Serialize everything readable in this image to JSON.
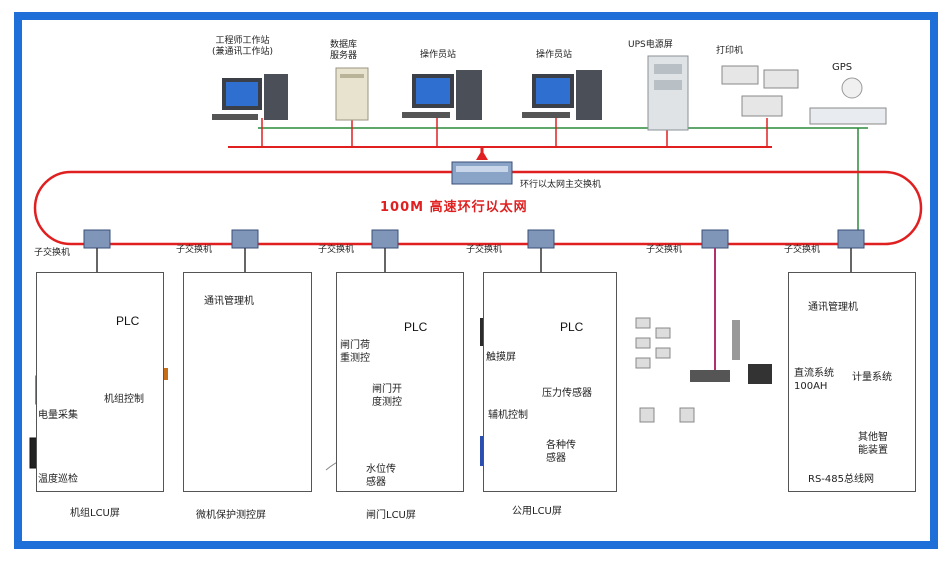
{
  "colors": {
    "border": "#1f6fd9",
    "ring": "#e02020",
    "bus": "#e02020",
    "green": "#2a8a3a"
  },
  "top": {
    "engineer": "工程师工作站\n(兼通讯工作站)",
    "database": "数据库\n服务器",
    "operator1": "操作员站",
    "operator2": "操作员站",
    "ups": "UPS电源屏",
    "printer": "打印机",
    "gps": "GPS"
  },
  "ring": {
    "title": "100M 高速环行以太网",
    "main_switch": "环行以太网主交换机"
  },
  "switch_label": "子交换机",
  "panels": {
    "unit": {
      "footer": "机组LCU屏",
      "plc": "PLC",
      "items": [
        "电量采集",
        "机组控制",
        "温度巡检"
      ]
    },
    "protect": {
      "footer": "微机保护测控屏",
      "comm": "通讯管理机"
    },
    "gate": {
      "footer": "闸门LCU屏",
      "plc": "PLC",
      "items": [
        "闸门荷\n重测控",
        "闸门开\n度测控",
        "水位传\n感器"
      ]
    },
    "common": {
      "footer": "公用LCU屏",
      "plc": "PLC",
      "items": [
        "触摸屏",
        "压力传感器",
        "辅机控制",
        "各种传\n感器"
      ]
    },
    "rs485": {
      "footer": "RS-485总线网",
      "comm": "通讯管理机",
      "items": [
        "直流系统\n100AH",
        "计量系统",
        "其他智\n能装置"
      ]
    }
  }
}
